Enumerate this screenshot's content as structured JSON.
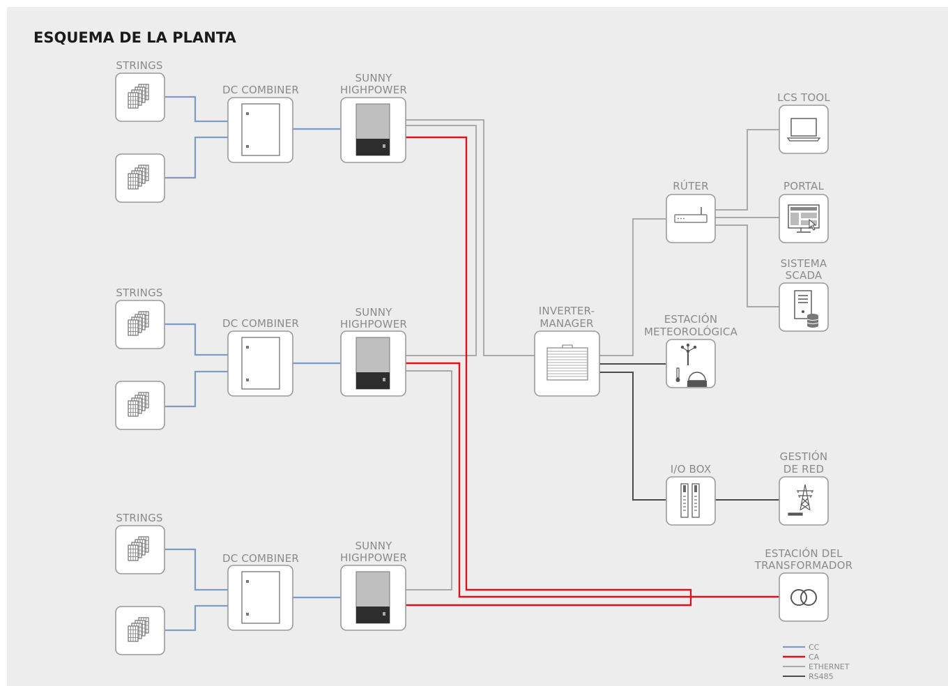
{
  "title": "ESQUEMA DE LA PLANTA",
  "labels": {
    "strings": "STRINGS",
    "dc_combiner": "DC COMBINER",
    "sunny_1": "SUNNY",
    "sunny_2": "HIGHPOWER",
    "im_1": "INVERTER-",
    "im_2": "MANAGER",
    "router": "RÚTER",
    "lcs": "LCS TOOL",
    "portal": "PORTAL",
    "scada_1": "SISTEMA",
    "scada_2": "SCADA",
    "meteo_1": "ESTACIÓN",
    "meteo_2": "METEOROLÓGICA",
    "io": "I/O BOX",
    "grid_1": "GESTIÓN",
    "grid_2": "DE RED",
    "trafo_1": "ESTACIÓN DEL",
    "trafo_2": "TRANSFORMADOR"
  },
  "legend": [
    {
      "label": "CC",
      "color": "#7f9bc4"
    },
    {
      "label": "CA",
      "color": "#d9141c"
    },
    {
      "label": "ETHERNET",
      "color": "#a9a9a9"
    },
    {
      "label": "RS485",
      "color": "#4a4a4a"
    }
  ],
  "colors": {
    "cc": "#7f9bc4",
    "ca": "#d9141c",
    "ethernet": "#a9a9a9",
    "rs485": "#4a4a4a"
  }
}
